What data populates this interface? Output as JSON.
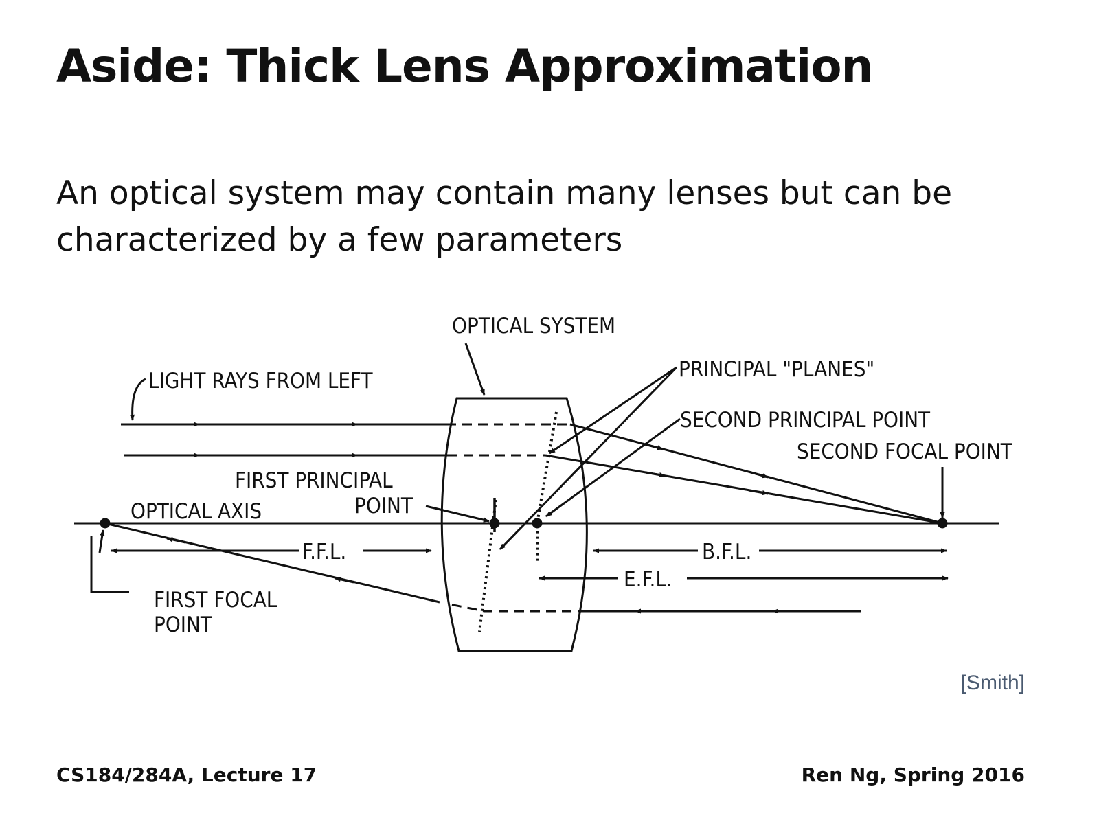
{
  "slide": {
    "title": "Aside: Thick Lens Approximation",
    "subtitle": "An optical system may contain many lenses but can be characterized by a few parameters",
    "credit": "[Smith]",
    "footer_left": "CS184/284A, Lecture 17",
    "footer_right": "Ren Ng, Spring 2016"
  },
  "diagram": {
    "labels": {
      "optical_system": "OPTICAL SYSTEM",
      "light_rays": "LIGHT RAYS FROM LEFT",
      "principal_planes": "PRINCIPAL \"PLANES\"",
      "second_principal_point": "SECOND PRINCIPAL POINT",
      "second_focal_point": "SECOND FOCAL POINT",
      "first_principal_point_line1": "FIRST PRINCIPAL",
      "first_principal_point_line2": "POINT",
      "optical_axis": "OPTICAL AXIS",
      "ffl": "F.F.L.",
      "bfl": "B.F.L.",
      "efl": "E.F.L.",
      "first_focal_point_line1": "FIRST FOCAL",
      "first_focal_point_line2": "POINT"
    }
  }
}
